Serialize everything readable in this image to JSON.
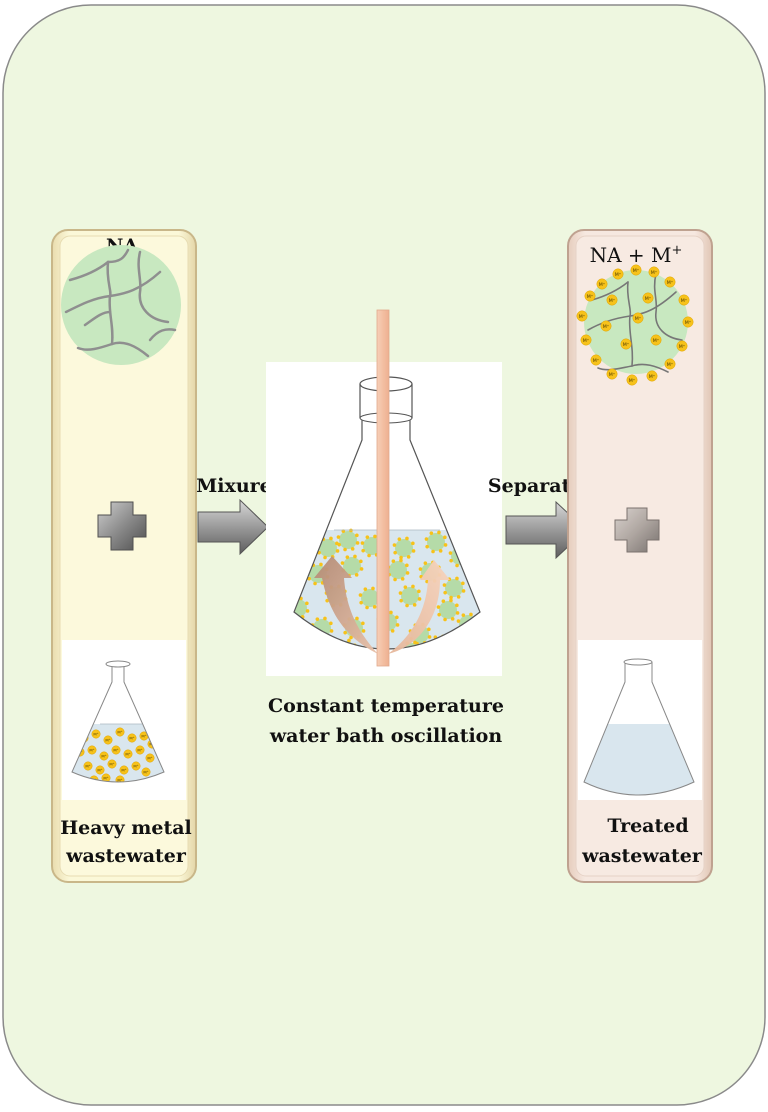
{
  "labels": {
    "na": "NA",
    "na_m": "NA + M",
    "na_m_sup": "+",
    "mixure": "Mixure",
    "separation": "Separation",
    "constant_line1": "Constant temperature",
    "constant_line2": "water bath oscillation",
    "heavy_line1": "Heavy metal",
    "heavy_line2": "wastewater",
    "treated_line1": "Treated",
    "treated_line2": "wastewater",
    "ion": "M⁺"
  },
  "colors": {
    "panel_bg": "#eef7e0",
    "left_column": "#fbf8d8",
    "right_column": "#f6e8e0",
    "column_border": "#d6c6a0",
    "water": "#d9e6ee",
    "particle_green": "#b5dba8",
    "ion_yellow": "#f7c21a",
    "stir_rod": "#f3c2a8",
    "arrow_gray": "#8e8e8e"
  },
  "icons": [
    "plus-icon",
    "arrow-right-icon",
    "flask-icon",
    "adsorbent-particle-icon",
    "stir-rod-icon",
    "mixing-arrow-icon"
  ]
}
